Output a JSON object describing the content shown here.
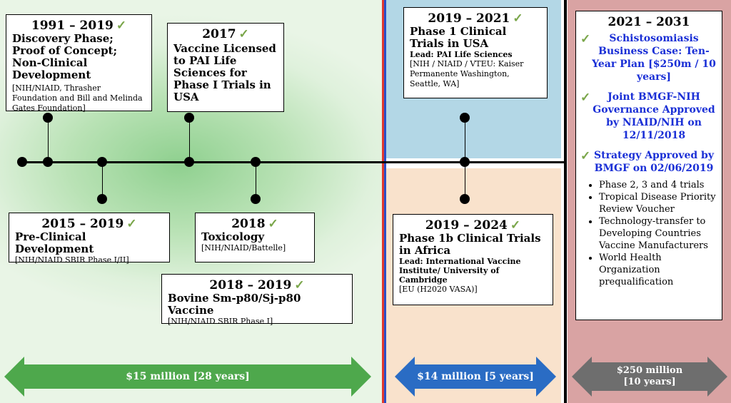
{
  "boxes": {
    "discovery": {
      "year": "1991 – 2019",
      "title": "Discovery Phase; Proof of Concept; Non-Clinical Development",
      "funding": "[NIH/NIAID, Thrasher Foundation and Bill and Melinda Gates Foundation]"
    },
    "license": {
      "year": "2017",
      "title": "Vaccine Licensed to PAI Life Sciences for Phase I Trials in USA"
    },
    "preclinical": {
      "year": "2015 – 2019",
      "title": "Pre-Clinical Development",
      "funding": "[NIH/NIAID SBIR Phase I/II]"
    },
    "toxicology": {
      "year": "2018",
      "title": "Toxicology",
      "funding": "[NIH/NIAID/Battelle]"
    },
    "bovine": {
      "year": "2018 – 2019",
      "title": "Bovine Sm-p80/Sj-p80 Vaccine",
      "funding": "[NIH/NIAID SBIR Phase I]"
    },
    "phase1": {
      "year": "2019 – 2021",
      "title": "Phase 1 Clinical Trials in USA",
      "lead": "Lead: PAI Life Sciences",
      "funding": "[NIH / NIAID / VTEU: Kaiser Permanente Washington, Seattle, WA]"
    },
    "phase1b": {
      "year": "2019 – 2024",
      "title": "Phase 1b Clinical Trials in Africa",
      "lead": "Lead: International Vaccine Institute/ University of Cambridge",
      "funding": "[EU (H2020 VASA)]"
    },
    "plan": {
      "year": "2021 – 2031",
      "item1": "Schistosomiasis Business Case: Ten-Year Plan [$250m / 10 years]",
      "item2": "Joint BMGF-NIH Governance Approved by  NIAID/NIH on 12/11/2018",
      "item3": "Strategy Approved by BMGF on 02/06/2019",
      "bullets": [
        "Phase 2, 3 and 4 trials",
        "Tropical Disease Priority Review Voucher",
        "Technology-transfer to Developing Countries Vaccine Manufacturers",
        "World Health Organization prequalification"
      ]
    }
  },
  "checkmark": "✓",
  "arrows": {
    "green": {
      "label": "$15 million [28 years]",
      "color": "#4ea84c"
    },
    "blue": {
      "label": "$14 million [5 years]",
      "color": "#2a6cc4"
    },
    "gray": {
      "label": "$250 million [10 years]",
      "color": "#6e6e6e"
    }
  },
  "colors": {
    "check": "#7aa64a",
    "plan_text": "#1a2fd6",
    "divider_red": "#e23a2e",
    "divider_blue": "#2b4fc7"
  }
}
